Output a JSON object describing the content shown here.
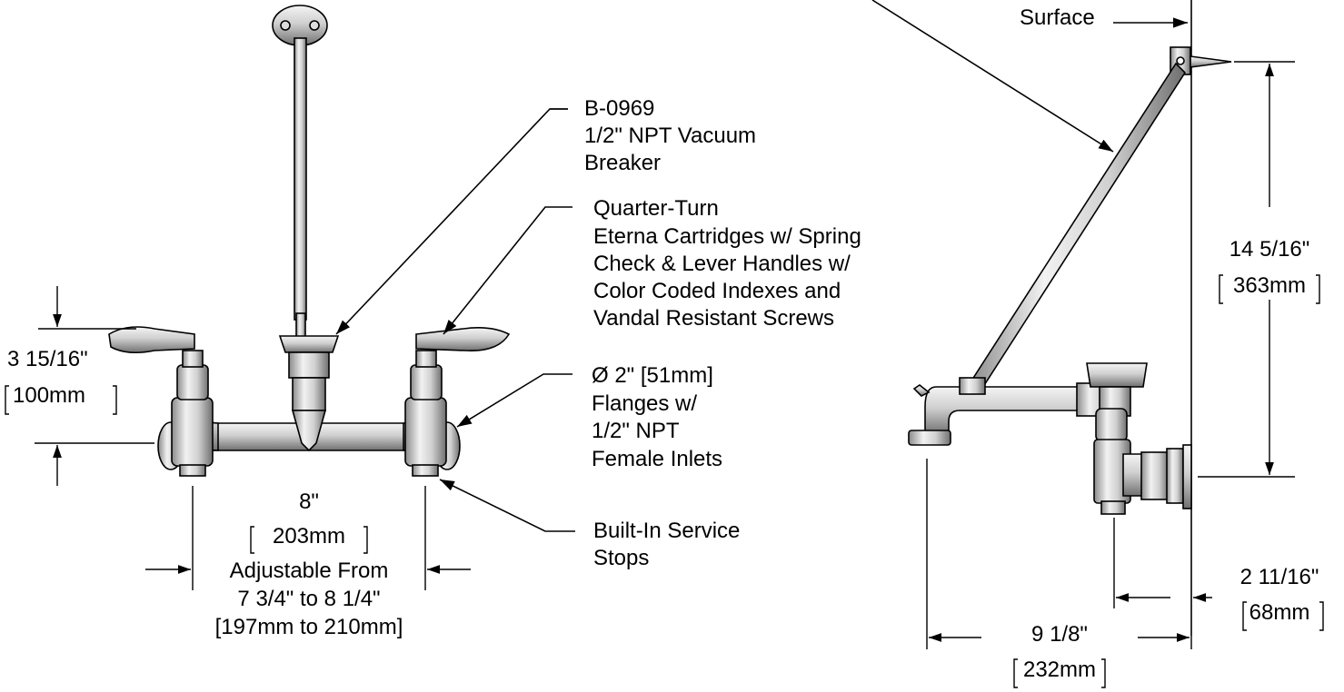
{
  "callouts": {
    "mounting_surface_partial": "Surface",
    "vacuum_breaker": [
      "B-0969",
      "1/2\" NPT Vacuum",
      "Breaker"
    ],
    "cartridges": [
      "Quarter-Turn",
      "Eterna Cartridges w/ Spring",
      "Check & Lever Handles w/",
      "Color Coded Indexes and",
      "Vandal Resistant Screws"
    ],
    "flanges": [
      "Ø 2\" [51mm]",
      "Flanges w/",
      "1/2\" NPT",
      "Female Inlets"
    ],
    "service_stops": [
      "Built-In Service",
      "Stops"
    ]
  },
  "dimensions": {
    "height_handle": {
      "imperial": "3 15/16\"",
      "metric": "100mm"
    },
    "center_spacing": {
      "imperial": "8\"",
      "metric": "203mm",
      "note": [
        "Adjustable From",
        "7 3/4\" to 8 1/4\"",
        "[197mm to 210mm]"
      ]
    },
    "brace_height": {
      "imperial": "14 5/16\"",
      "metric": "363mm"
    },
    "wall_offset": {
      "imperial": "2 11/16\"",
      "metric": "68mm"
    },
    "spout_reach": {
      "imperial": "9 1/8\"",
      "metric": "232mm"
    }
  },
  "colors": {
    "line": "#000000",
    "metal_light": "#e9e9e9",
    "metal_mid": "#bdbdbd",
    "metal_dark": "#7a7a7a",
    "background": "#ffffff"
  }
}
